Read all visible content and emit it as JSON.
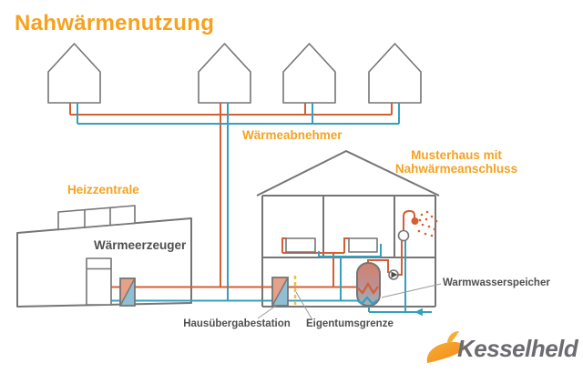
{
  "title": "Nahwärmenutzung",
  "labels": {
    "consumers": "Wärmeabnehmer",
    "heating_plant": "Heizzentrale",
    "heat_generator": "Wärmeerzeuger",
    "model_house_line1": "Musterhaus mit",
    "model_house_line2": "Nahwärmeanschluss",
    "transfer_station": "Hausübergabestation",
    "property_boundary": "Eigentumsgrenze",
    "hot_water_tank": "Warmwasserspeicher"
  },
  "logo": {
    "text": "Kesselheld"
  },
  "colors": {
    "accent": "#F6A21E",
    "pipe_hot": "#D45F33",
    "pipe_cold": "#35A0BD",
    "outline": "#757575",
    "text": "#4F4F4F",
    "boundary": "#EFBF3F",
    "logo_text": "#6B6B70"
  },
  "icons": {
    "house": "pentagon-outline",
    "circulation_pump": "circle-with-right-triangle",
    "mixing_valve": "open-circle",
    "shower_head": "filled-dot-with-spray",
    "heat_exchanger": "square-with-diagonal-red-blue",
    "flow_arrow": "left-triangle"
  }
}
